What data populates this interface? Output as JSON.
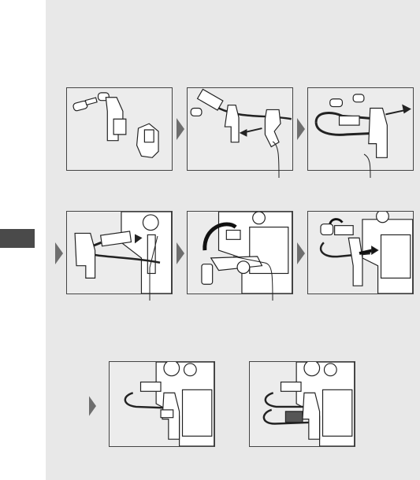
{
  "page": {
    "background_color": "#ffffff",
    "panel_color": "#e8e8e8",
    "side_tab_color": "#4a4a4a",
    "arrow_color": "#6e6e6e",
    "line_art_color": "#222222"
  },
  "figures": {
    "row1": [
      {
        "depicts": "cable-clip-parts"
      },
      {
        "depicts": "usb-cable-inserted-into-clip"
      },
      {
        "depicts": "cable-looped-through-clip"
      }
    ],
    "row2": [
      {
        "depicts": "clip-attached-to-camera-usb-port"
      },
      {
        "depicts": "hdmi-cable-clip-on-camera"
      },
      {
        "depicts": "cable-routed-on-camera-side"
      }
    ],
    "row3": [
      {
        "depicts": "single-cable-secured"
      },
      {
        "depicts": "two-cables-secured"
      }
    ]
  }
}
